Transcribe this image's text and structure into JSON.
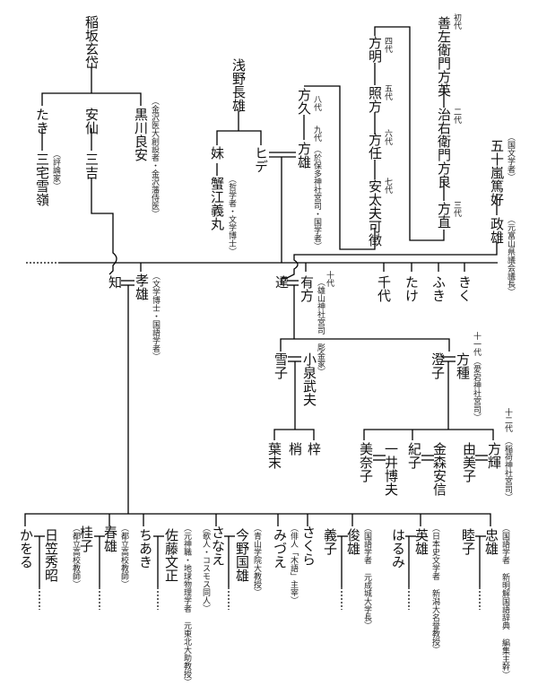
{
  "colors": {
    "line": "#000000",
    "text": "#111111",
    "background": "#ffffff"
  },
  "people": {
    "inasaka_gentai": {
      "name": "稲坂玄岱"
    },
    "taki": {
      "name": "たき"
    },
    "ansen": {
      "name": "安仙"
    },
    "kurokawa_yoshiyasu": {
      "name": "黒川良安",
      "note": "（金沢医大創設者・金沢藩侍医）"
    },
    "miyake_setsurei": {
      "name": "三宅雪嶺",
      "note": "（評論家）"
    },
    "sankichi": {
      "name": "三吉"
    },
    "asano_nagao": {
      "name": "浅野長雄"
    },
    "imouto": {
      "name": "妹"
    },
    "hide": {
      "name": "ヒデ"
    },
    "kanie_yoshimaru": {
      "name": "蟹江義丸",
      "note": "（哲学者・文学博士）"
    },
    "katahisa": {
      "name": "方久",
      "gen": "八代"
    },
    "kataoo": {
      "name": "方雄",
      "gen": "九代",
      "note": "（於保多神社宮司・国学者）"
    },
    "kataaki": {
      "name": "方明",
      "gen": "四代"
    },
    "teruKata": {
      "name": "照方",
      "gen": "五代"
    },
    "katatou": {
      "name": "方任",
      "gen": "六代"
    },
    "yasudayu": {
      "name": "安太夫可徴",
      "gen": "七代"
    },
    "zenzaemon": {
      "name": "善左衛門方英",
      "gen": "初代"
    },
    "jiemon": {
      "name": "治右衛門方良",
      "gen": "二代"
    },
    "katanao": {
      "name": "方直",
      "gen": "三代"
    },
    "igarashi": {
      "name": "五十嵐篤好",
      "note": "（国文学者）"
    },
    "masao": {
      "name": "政雄",
      "note": "（元富山県議会議長）"
    },
    "tomo": {
      "name": "知"
    },
    "takao": {
      "name": "孝雄",
      "note": "（文学博士・国語学者）"
    },
    "tatsu": {
      "name": "達"
    },
    "arikata": {
      "name": "有方",
      "gen": "十代",
      "note": "（雄山神社宮司 彫金家）"
    },
    "chiyo": {
      "name": "千代"
    },
    "take": {
      "name": "たけ"
    },
    "fuki": {
      "name": "ふき"
    },
    "kiku": {
      "name": "きく"
    },
    "yukiko": {
      "name": "雪子"
    },
    "koizumi": {
      "name": "小泉武夫"
    },
    "sumiko": {
      "name": "澄子"
    },
    "katatane": {
      "name": "方種",
      "gen": "十一代",
      "note": "（愛宕神社宮司）"
    },
    "hazue": {
      "name": "葉末"
    },
    "kozue": {
      "name": "梢"
    },
    "azusa": {
      "name": "梓"
    },
    "minako": {
      "name": "美奈子"
    },
    "ichii": {
      "name": "一井博夫"
    },
    "noriko": {
      "name": "紀子"
    },
    "kanamori": {
      "name": "金森安信"
    },
    "yumiko": {
      "name": "由美子"
    },
    "katateru": {
      "name": "方輝",
      "gen": "十二代",
      "note": "（稲荷神社宮司）"
    },
    "kaoru": {
      "name": "かをる"
    },
    "hikasa": {
      "name": "日笠秀昭"
    },
    "keiko": {
      "name": "桂子",
      "note": "（都立高校教師）"
    },
    "haruo": {
      "name": "春雄",
      "note": "（都立高校教師）"
    },
    "chiaki": {
      "name": "ちあき"
    },
    "sato": {
      "name": "佐藤文正",
      "note": "（元神職・地球物理学者 元東北大助教授）"
    },
    "sanae": {
      "name": "さなえ",
      "note": "（歌人・コスモス同人）"
    },
    "konno": {
      "name": "今野国雄",
      "note": "（青山学院大教授）"
    },
    "mizue": {
      "name": "みづえ",
      "note": "（俳人「木語」主宰）"
    },
    "sakura": {
      "name": "さくら"
    },
    "yoshiko": {
      "name": "義子"
    },
    "toshio": {
      "name": "俊雄",
      "note": "（国語学者 元成城大学長）"
    },
    "harumi": {
      "name": "はるみ"
    },
    "hideo": {
      "name": "英雄",
      "note": "（日本史文学者 新潟大名誉教授）"
    },
    "mutsuko": {
      "name": "睦子"
    },
    "tadao": {
      "name": "忠雄",
      "note": "（国語学者 新明解国語辞典 編集主幹）"
    }
  }
}
